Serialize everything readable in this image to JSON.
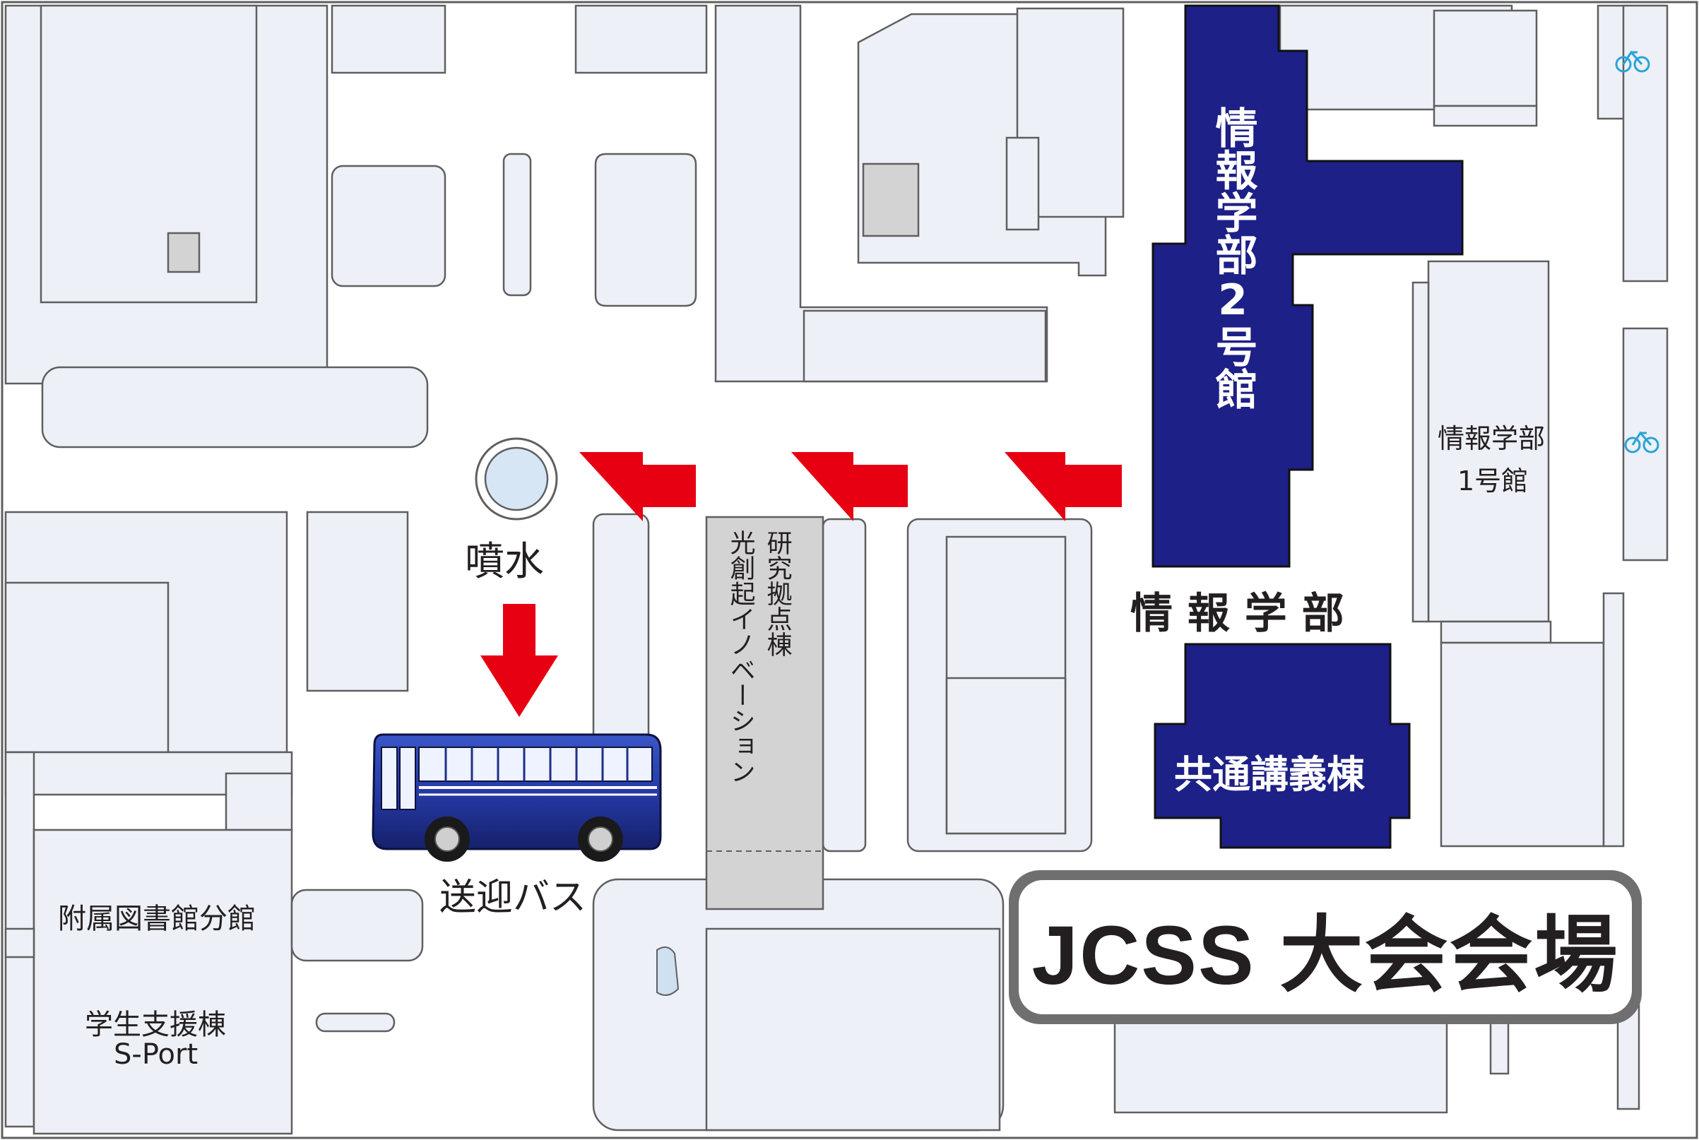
{
  "labels": {
    "fountain": "噴水",
    "bus": "送迎バス",
    "library_branch": "附属図書館分館",
    "student_support": "学生支援棟",
    "s_port": "S-Port",
    "innovation_col1": "研究拠点棟",
    "innovation_col2": "光創起イノベーション",
    "informatics_2": "情報学部2号館",
    "informatics_1_line1": "情報学部",
    "informatics_1_line2": "1号館",
    "informatics_faculty": "情 報 学 部",
    "common_lecture": "共通講義棟",
    "venue": "JCSS 大会会場"
  },
  "icons": [
    "bicycle-icon",
    "bicycle-icon",
    "bus-icon",
    "fountain-icon",
    "arrow-left-icon",
    "arrow-left-icon",
    "arrow-left-icon",
    "arrow-down-icon"
  ],
  "colors": {
    "building_fill": "#edf0f6",
    "building_stroke": "#5f5f5f",
    "highlight_building": "#1d2086",
    "arrow": "#e60012",
    "bus_body": "#2437a0",
    "bicycle": "#29a3d8",
    "banner_border": "#6f6f6f"
  }
}
